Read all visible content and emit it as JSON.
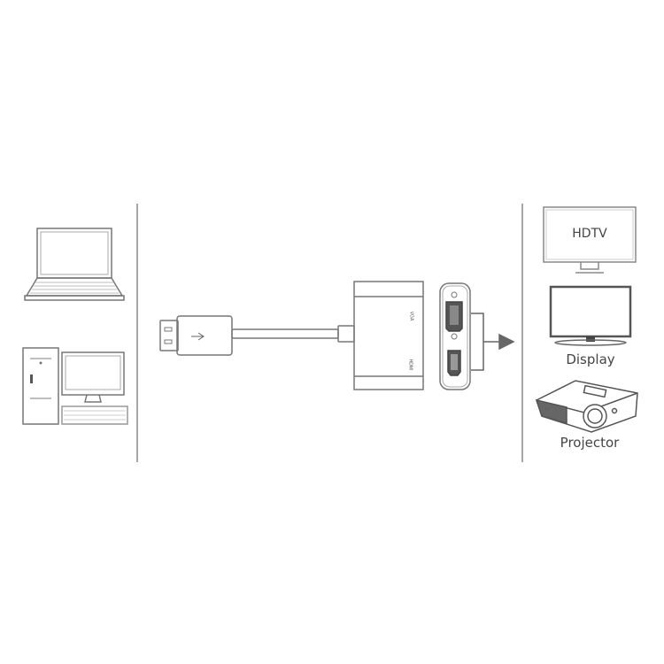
{
  "adapter": {
    "ports": [
      {
        "name": "VGA",
        "label": "VGA"
      },
      {
        "name": "HDMI",
        "label": "HDMI"
      }
    ]
  },
  "outputs": [
    {
      "name": "hdtv",
      "label": "HDTV"
    },
    {
      "name": "display",
      "label": "Display"
    },
    {
      "name": "projector",
      "label": "Projector"
    }
  ],
  "colors": {
    "line": "#777777",
    "dark": "#555555",
    "light": "#bbbbbb"
  }
}
